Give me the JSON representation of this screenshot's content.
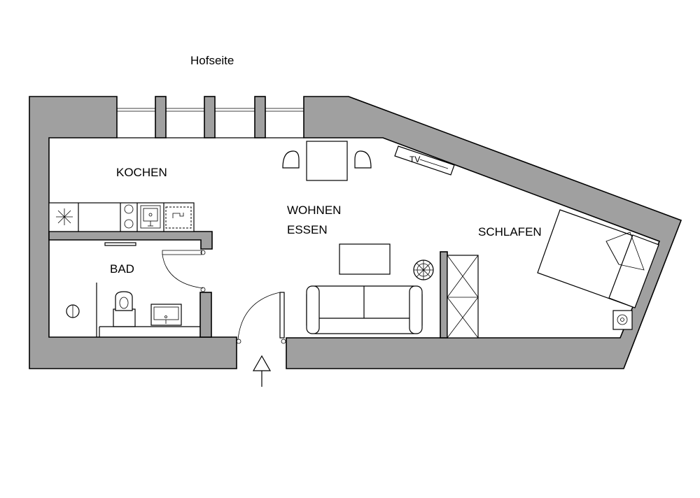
{
  "labels": {
    "courtyard_side": "Hofseite",
    "kitchen": "KOCHEN",
    "living": "WOHNEN",
    "dining": "ESSEN",
    "bath": "BAD",
    "sleeping": "SCHLAFEN",
    "tv": "TV"
  },
  "colors": {
    "wall_fill": "#a0a0a0",
    "line": "#000000",
    "background": "#ffffff"
  },
  "icons": {
    "entrance": "entrance-arrow-icon",
    "cooktop": "cooktop-icon",
    "sink": "sink-icon",
    "toilet": "toilet-icon",
    "shower": "shower-icon",
    "plant": "plant-icon"
  }
}
